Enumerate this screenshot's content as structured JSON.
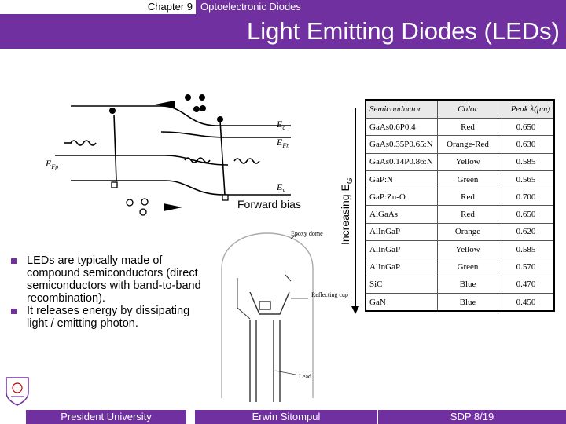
{
  "header": {
    "chapter": "Chapter 9",
    "section": "Optoelectronic Diodes",
    "title": "Light Emitting Diodes (LEDs)"
  },
  "band_diagram": {
    "labels": {
      "ec": "E",
      "ec_sub": "c",
      "efn": "E",
      "efn_sub": "Fn",
      "efp": "E",
      "efp_sub": "Fp",
      "ev": "E",
      "ev_sub": "v"
    },
    "caption": "Forward bias"
  },
  "led_diagram": {
    "labels": {
      "dome": "Epoxy dome",
      "cup": "Reflecting cup",
      "lead": "Lead"
    }
  },
  "axis": {
    "label": "Increasing E",
    "label_sub": "G",
    "color": "#000000"
  },
  "table": {
    "headers": [
      "Semiconductor",
      "Color",
      "Peak λ(μm)"
    ],
    "rows": [
      [
        "GaAs0.6P0.4",
        "Red",
        "0.650"
      ],
      [
        "GaAs0.35P0.65:N",
        "Orange-Red",
        "0.630"
      ],
      [
        "GaAs0.14P0.86:N",
        "Yellow",
        "0.585"
      ],
      [
        "GaP:N",
        "Green",
        "0.565"
      ],
      [
        "GaP:Zn-O",
        "Red",
        "0.700"
      ],
      [
        "AlGaAs",
        "Red",
        "0.650"
      ],
      [
        "AlInGaP",
        "Orange",
        "0.620"
      ],
      [
        "AlInGaP",
        "Yellow",
        "0.585"
      ],
      [
        "AlInGaP",
        "Green",
        "0.570"
      ],
      [
        "SiC",
        "Blue",
        "0.470"
      ],
      [
        "GaN",
        "Blue",
        "0.450"
      ]
    ]
  },
  "bullets": [
    "LEDs are typically made of compound semiconductors (direct semiconductors with band-to-band recombination).",
    "It releases energy by dissipating light / emitting photon."
  ],
  "footer": {
    "left": "President University",
    "center": "Erwin Sitompul",
    "right": "SDP 8/19"
  },
  "colors": {
    "accent": "#7030a0",
    "text_on_accent": "#ffffff"
  }
}
